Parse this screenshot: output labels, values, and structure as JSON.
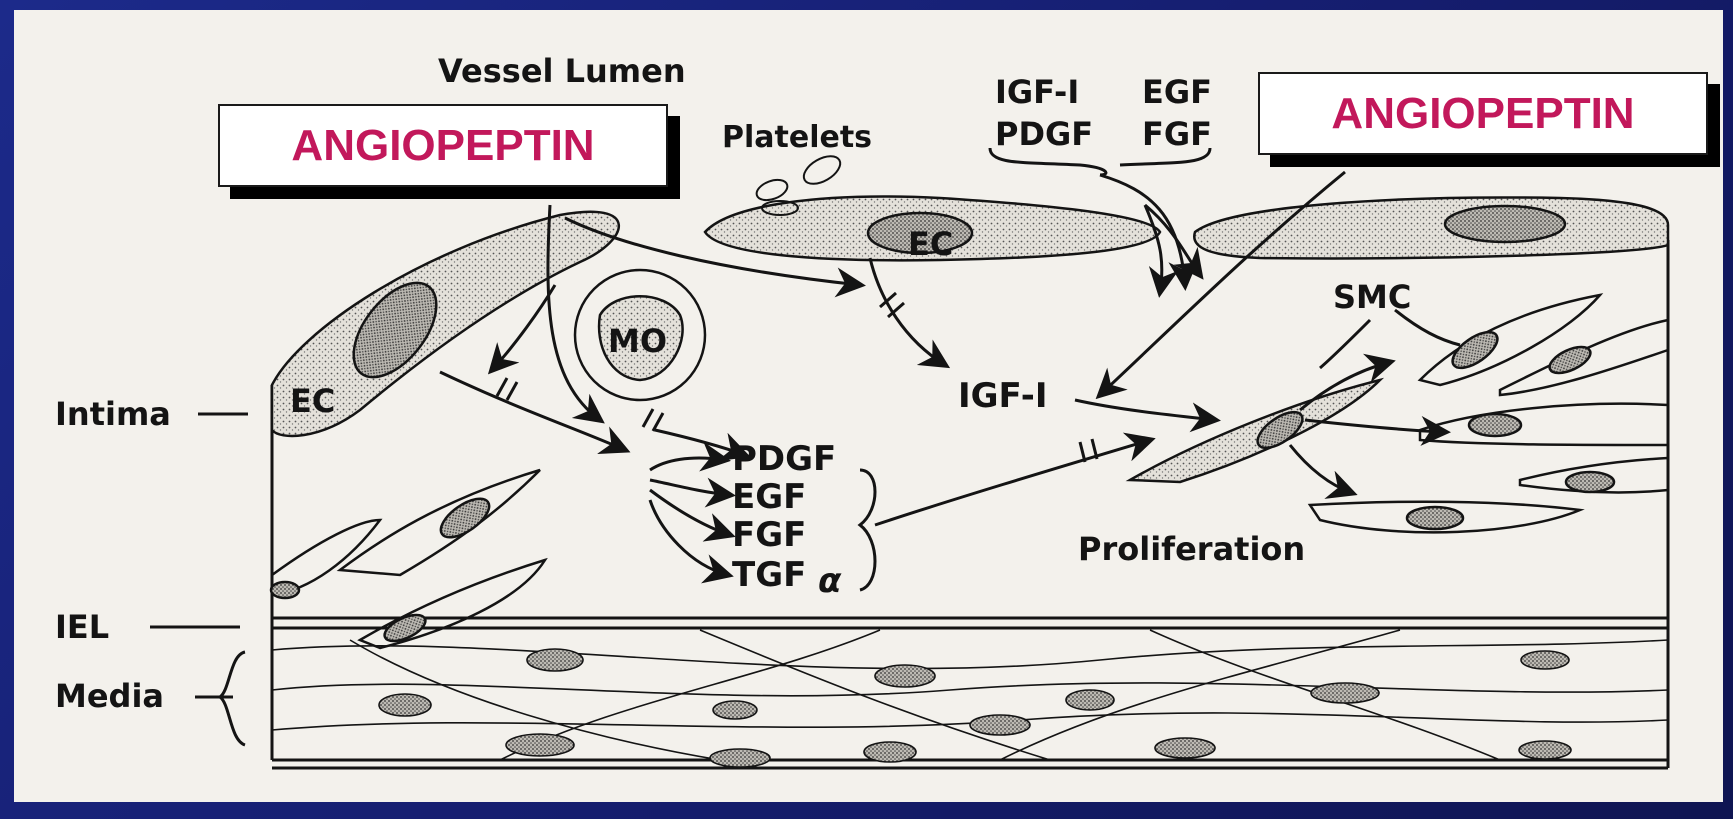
{
  "labels": {
    "vessel_lumen": "Vessel Lumen",
    "platelets": "Platelets",
    "growth_top_1": "IGF-I",
    "growth_top_2": "EGF",
    "growth_top_3": "PDGF",
    "growth_top_4": "FGF",
    "ec_left": "EC",
    "ec_top": "EC",
    "mo": "MO",
    "smc": "SMC",
    "igf_mid": "IGF-I",
    "intima": "Intima",
    "iel": "IEL",
    "media": "Media",
    "proliferation": "Proliferation",
    "factor_1": "PDGF",
    "factor_2": "EGF",
    "factor_3": "FGF",
    "factor_4": "TGF",
    "alpha": "α"
  },
  "callouts": {
    "left": "ANGIOPEPTIN",
    "right": "ANGIOPEPTIN"
  },
  "colors": {
    "accent": "#c2185b",
    "background": "#1a237e",
    "paper": "#f3f1ec"
  }
}
